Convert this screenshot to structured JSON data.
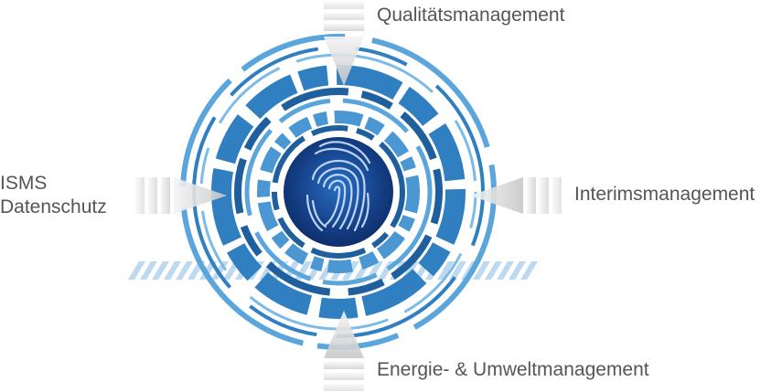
{
  "labels": {
    "top": "Qualitätsmanagement",
    "right": "Interimsmanagement",
    "bottom": "Energie- & Umweltmanagement",
    "left_line1": "ISMS",
    "left_line2": "Datenschutz"
  },
  "icons": {
    "center": "fingerprint-icon",
    "top_pointer": "arrow-down-icon",
    "right_pointer": "arrow-left-icon",
    "bottom_pointer": "arrow-up-icon",
    "left_pointer": "arrow-right-icon"
  },
  "colors": {
    "ring_dark": "#1f5f9e",
    "ring_mid": "#2f7fc1",
    "ring_light": "#5aa6dc",
    "core_dark": "#0f2f6b",
    "core_glow": "#2a6fc4",
    "label": "#555555"
  }
}
